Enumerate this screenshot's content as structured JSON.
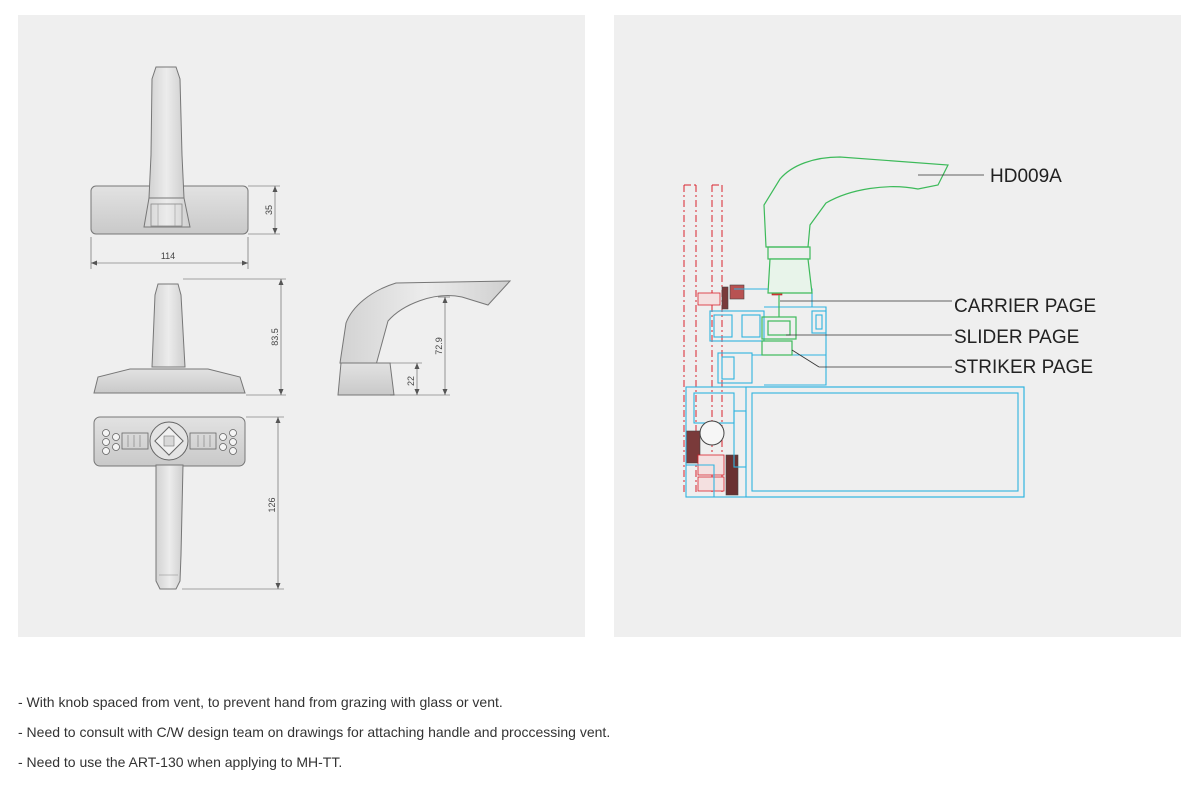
{
  "drawing": {
    "dimensions": {
      "width_top": "114",
      "base_height": "35",
      "overall_height": "83.5",
      "side_height": "72.9",
      "side_base": "22",
      "bottom_length": "126"
    }
  },
  "section": {
    "labels": {
      "handle": "HD009A",
      "carrier": "CARRIER PAGE",
      "slider": "SLIDER PAGE",
      "striker": "STRIKER PAGE"
    },
    "colors": {
      "handle_stroke": "#3dba5a",
      "profile_stroke": "#2fb3e0",
      "dashed": "#d9232d",
      "part_red": "#e53a3a"
    }
  },
  "notes": [
    "- With knob spaced from vent, to prevent hand from grazing with glass or vent.",
    "- Need to consult with C/W design team on drawings for attaching handle and proccessing vent.",
    "- Need to use the ART-130 when applying to MH-TT."
  ]
}
